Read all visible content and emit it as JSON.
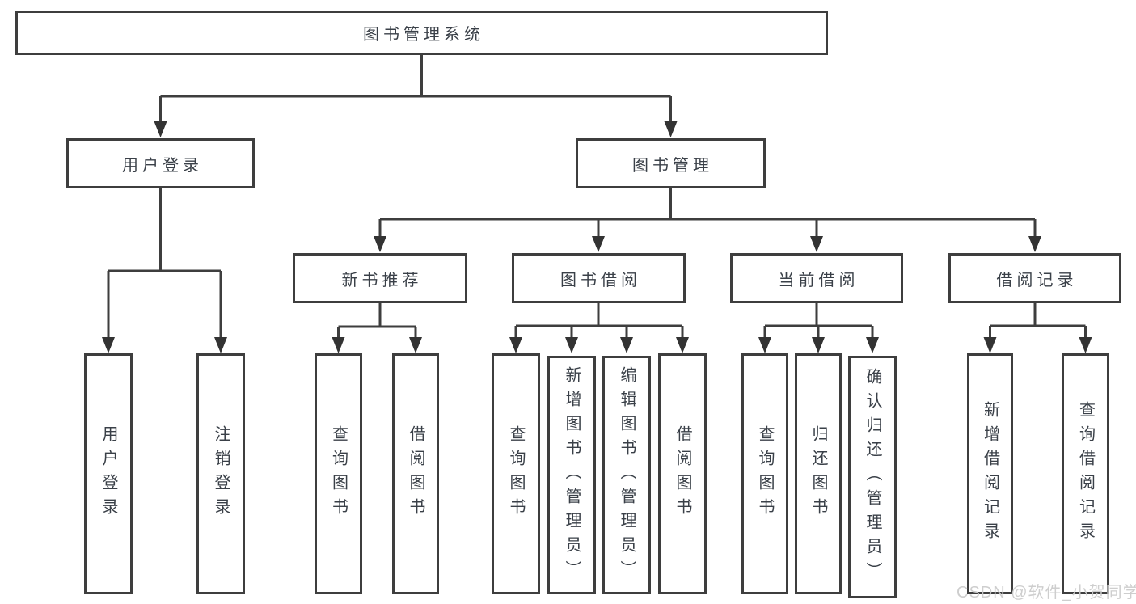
{
  "tree": {
    "label": "图书管理系统",
    "children": [
      {
        "label": "用户登录",
        "children": [
          {
            "label": "用户登录"
          },
          {
            "label": "注销登录"
          }
        ]
      },
      {
        "label": "图书管理",
        "children": [
          {
            "label": "新书推荐",
            "children": [
              {
                "label": "查询图书"
              },
              {
                "label": "借阅图书"
              }
            ]
          },
          {
            "label": "图书借阅",
            "children": [
              {
                "label": "查询图书"
              },
              {
                "label": "新增图书（管理员）"
              },
              {
                "label": "编辑图书（管理员）"
              },
              {
                "label": "借阅图书"
              }
            ]
          },
          {
            "label": "当前借阅",
            "children": [
              {
                "label": "查询图书"
              },
              {
                "label": "归还图书"
              },
              {
                "label": "确认归还（管理员）"
              }
            ]
          },
          {
            "label": "借阅记录",
            "children": [
              {
                "label": "新增借阅记录"
              },
              {
                "label": "查询借阅记录"
              }
            ]
          }
        ]
      }
    ]
  },
  "watermark": "CSDN @软件_小贺同学",
  "colors": {
    "background": "#ffffff",
    "box_border": "#3e3e3e",
    "connector_line": "#3e3e3e",
    "text": "#3a4048",
    "watermark": "#cbcbcb"
  }
}
